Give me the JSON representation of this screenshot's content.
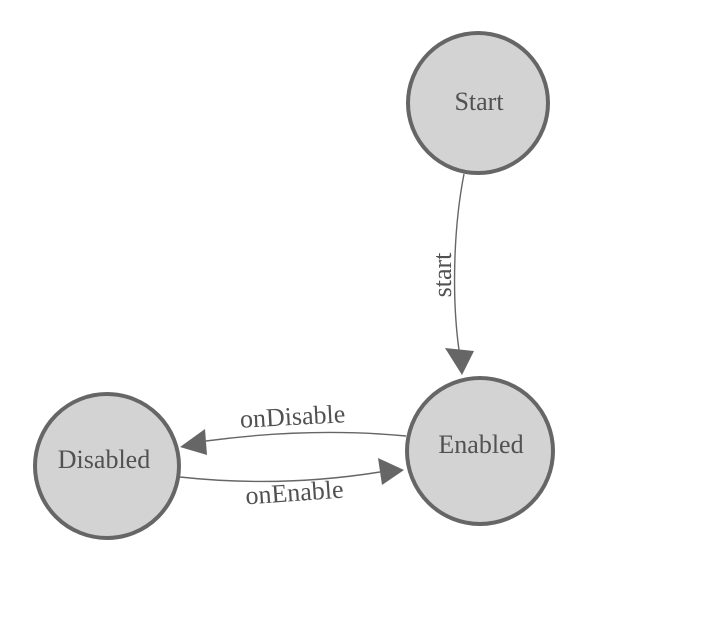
{
  "colors": {
    "background": "#ffffff",
    "node_fill": "#d3d3d3",
    "node_border": "#666666",
    "edge": "#666666",
    "text": "#515151"
  },
  "states": [
    {
      "label": "Start"
    },
    {
      "label": "Enabled"
    },
    {
      "label": "Disabled"
    }
  ],
  "transitions": [
    {
      "from": "Start",
      "to": "Enabled",
      "label": "start"
    },
    {
      "from": "Enabled",
      "to": "Disabled",
      "label": "onDisable"
    },
    {
      "from": "Disabled",
      "to": "Enabled",
      "label": "onEnable"
    }
  ]
}
